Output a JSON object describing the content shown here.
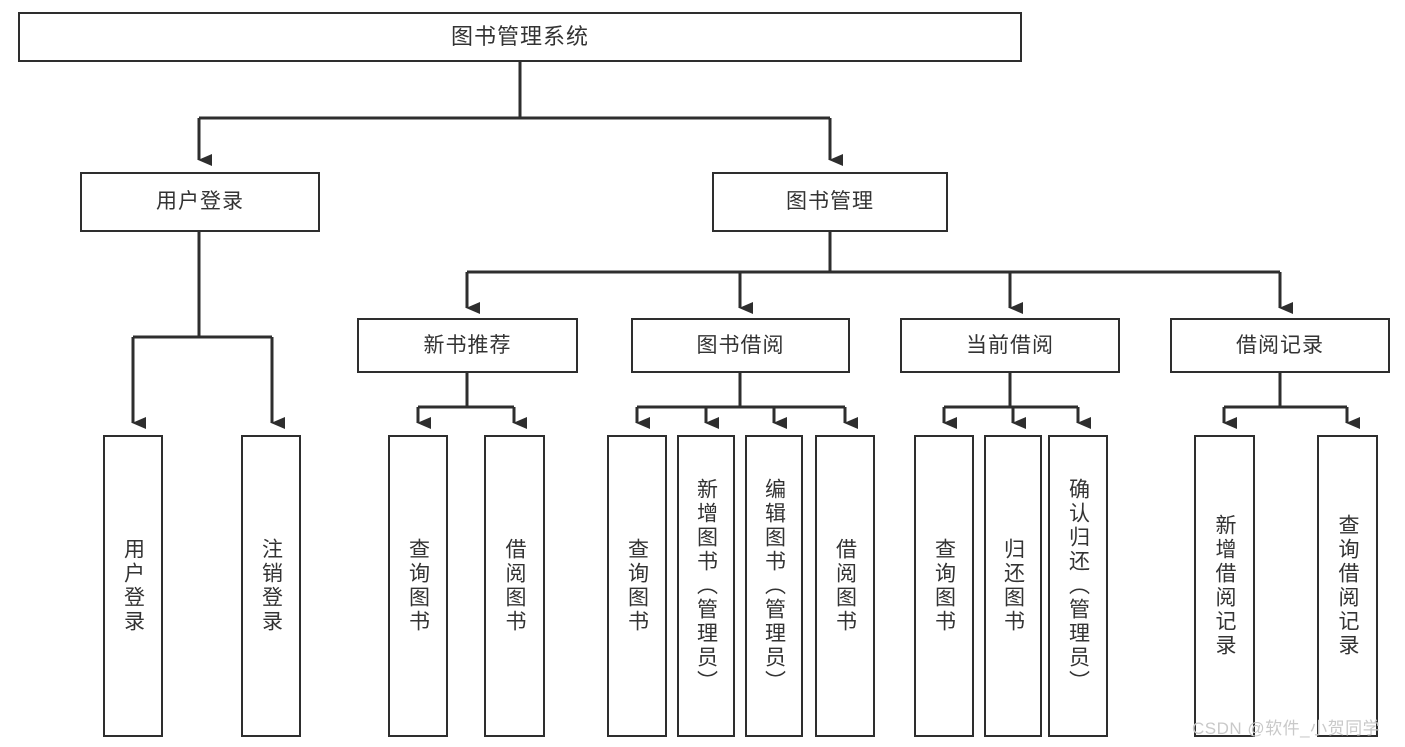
{
  "diagram": {
    "title": "图书管理系统",
    "watermark": "CSDN @软件_小贺同学",
    "line_color": "#2e2e2e",
    "text_color": "#333333",
    "background": "#ffffff",
    "nodes": {
      "root": "图书管理系统",
      "user_login": "用户登录",
      "book_manage": "图书管理",
      "new_book_rec": "新书推荐",
      "book_borrow": "图书借阅",
      "current_borrow": "当前借阅",
      "borrow_record": "借阅记录",
      "leaf_user_login": "用户登录",
      "leaf_user_logout": "注销登录",
      "leaf_query_book_1": "查询图书",
      "leaf_borrow_book_1": "借阅图书",
      "leaf_query_book_2": "查询图书",
      "leaf_add_book_admin": "新增图书（管理员）",
      "leaf_edit_book_admin": "编辑图书（管理员）",
      "leaf_borrow_book_2": "借阅图书",
      "leaf_query_book_3": "查询图书",
      "leaf_return_book": "归还图书",
      "leaf_confirm_return_admin": "确认归还（管理员）",
      "leaf_add_borrow_record": "新增借阅记录",
      "leaf_query_borrow_record": "查询借阅记录"
    }
  }
}
